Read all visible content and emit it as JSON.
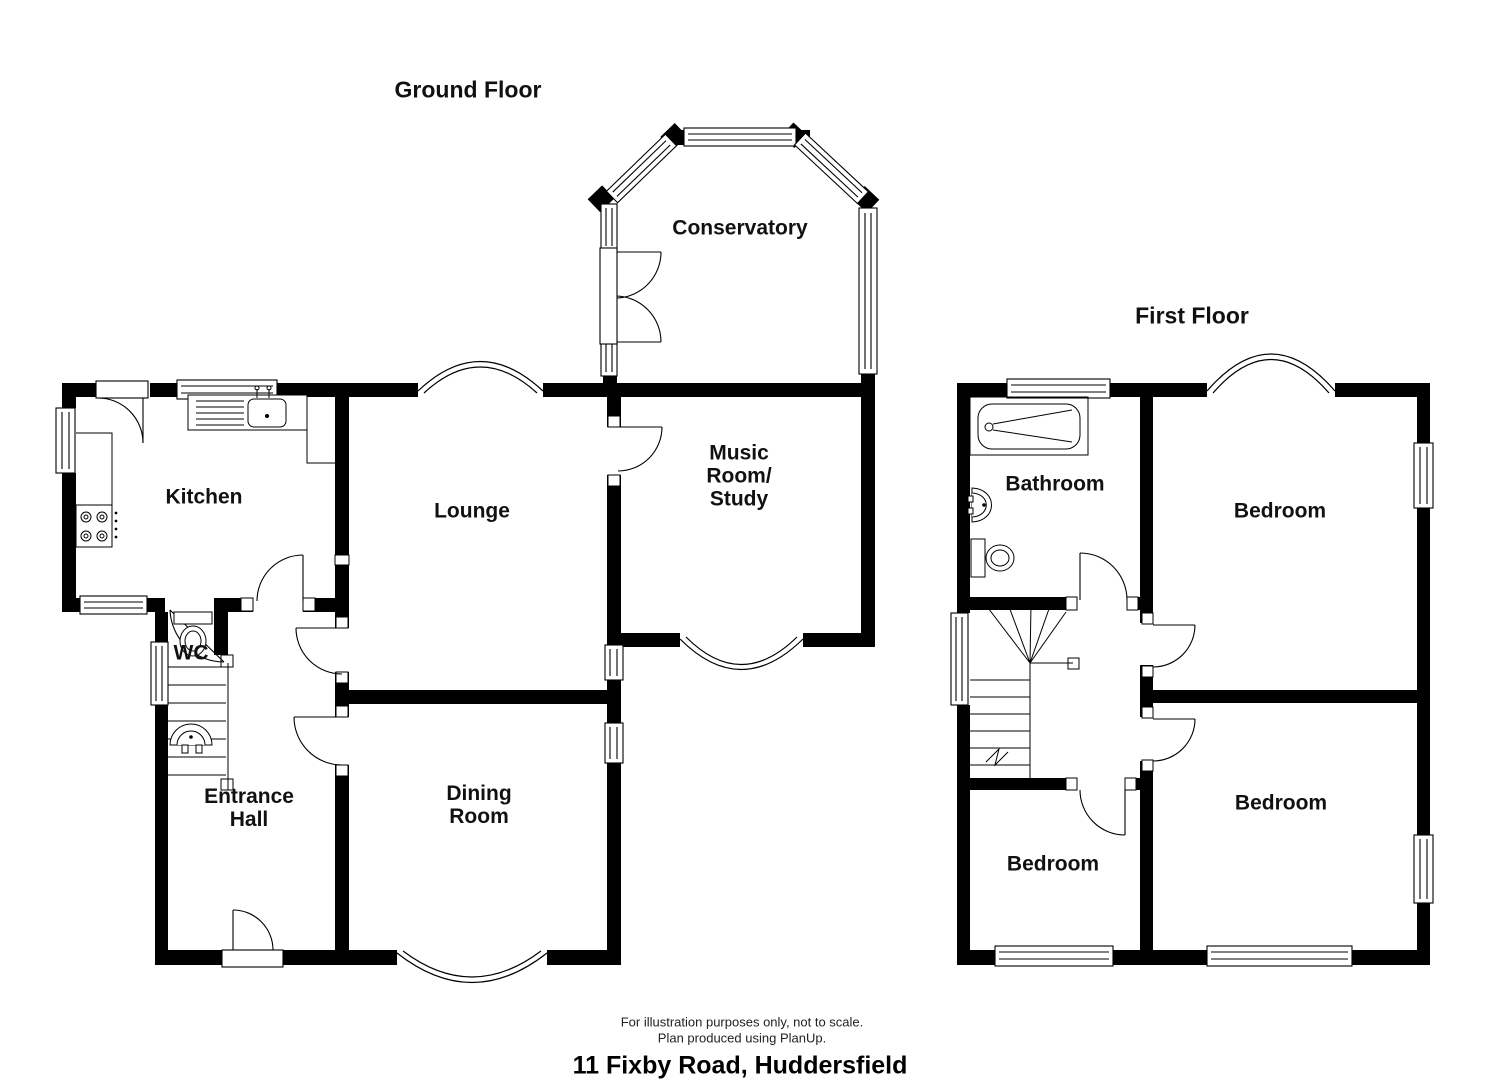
{
  "page": {
    "background": "#ffffff",
    "ink": "#000000"
  },
  "titles": {
    "ground_floor": "Ground Floor",
    "first_floor": "First Floor"
  },
  "ground_floor_rooms": {
    "conservatory": "Conservatory",
    "music_room": "Music\nRoom/\nStudy",
    "lounge": "Lounge",
    "kitchen": "Kitchen",
    "wc": "WC",
    "entrance_hall": "Entrance\nHall",
    "dining_room": "Dining\nRoom"
  },
  "first_floor_rooms": {
    "bathroom": "Bathroom",
    "bedroom_front": "Bedroom",
    "bedroom_rear": "Bedroom",
    "bedroom_small": "Bedroom"
  },
  "fixtures": {
    "bath": "bath",
    "toilet": "toilet",
    "basin": "basin",
    "sink": "sink",
    "hob": "hob",
    "stairs": "stairs"
  },
  "footer": {
    "disclaimer_line1": "For illustration purposes only, not to scale.",
    "disclaimer_line2": "Plan produced using PlanUp.",
    "address": "11 Fixby Road, Huddersfield"
  }
}
